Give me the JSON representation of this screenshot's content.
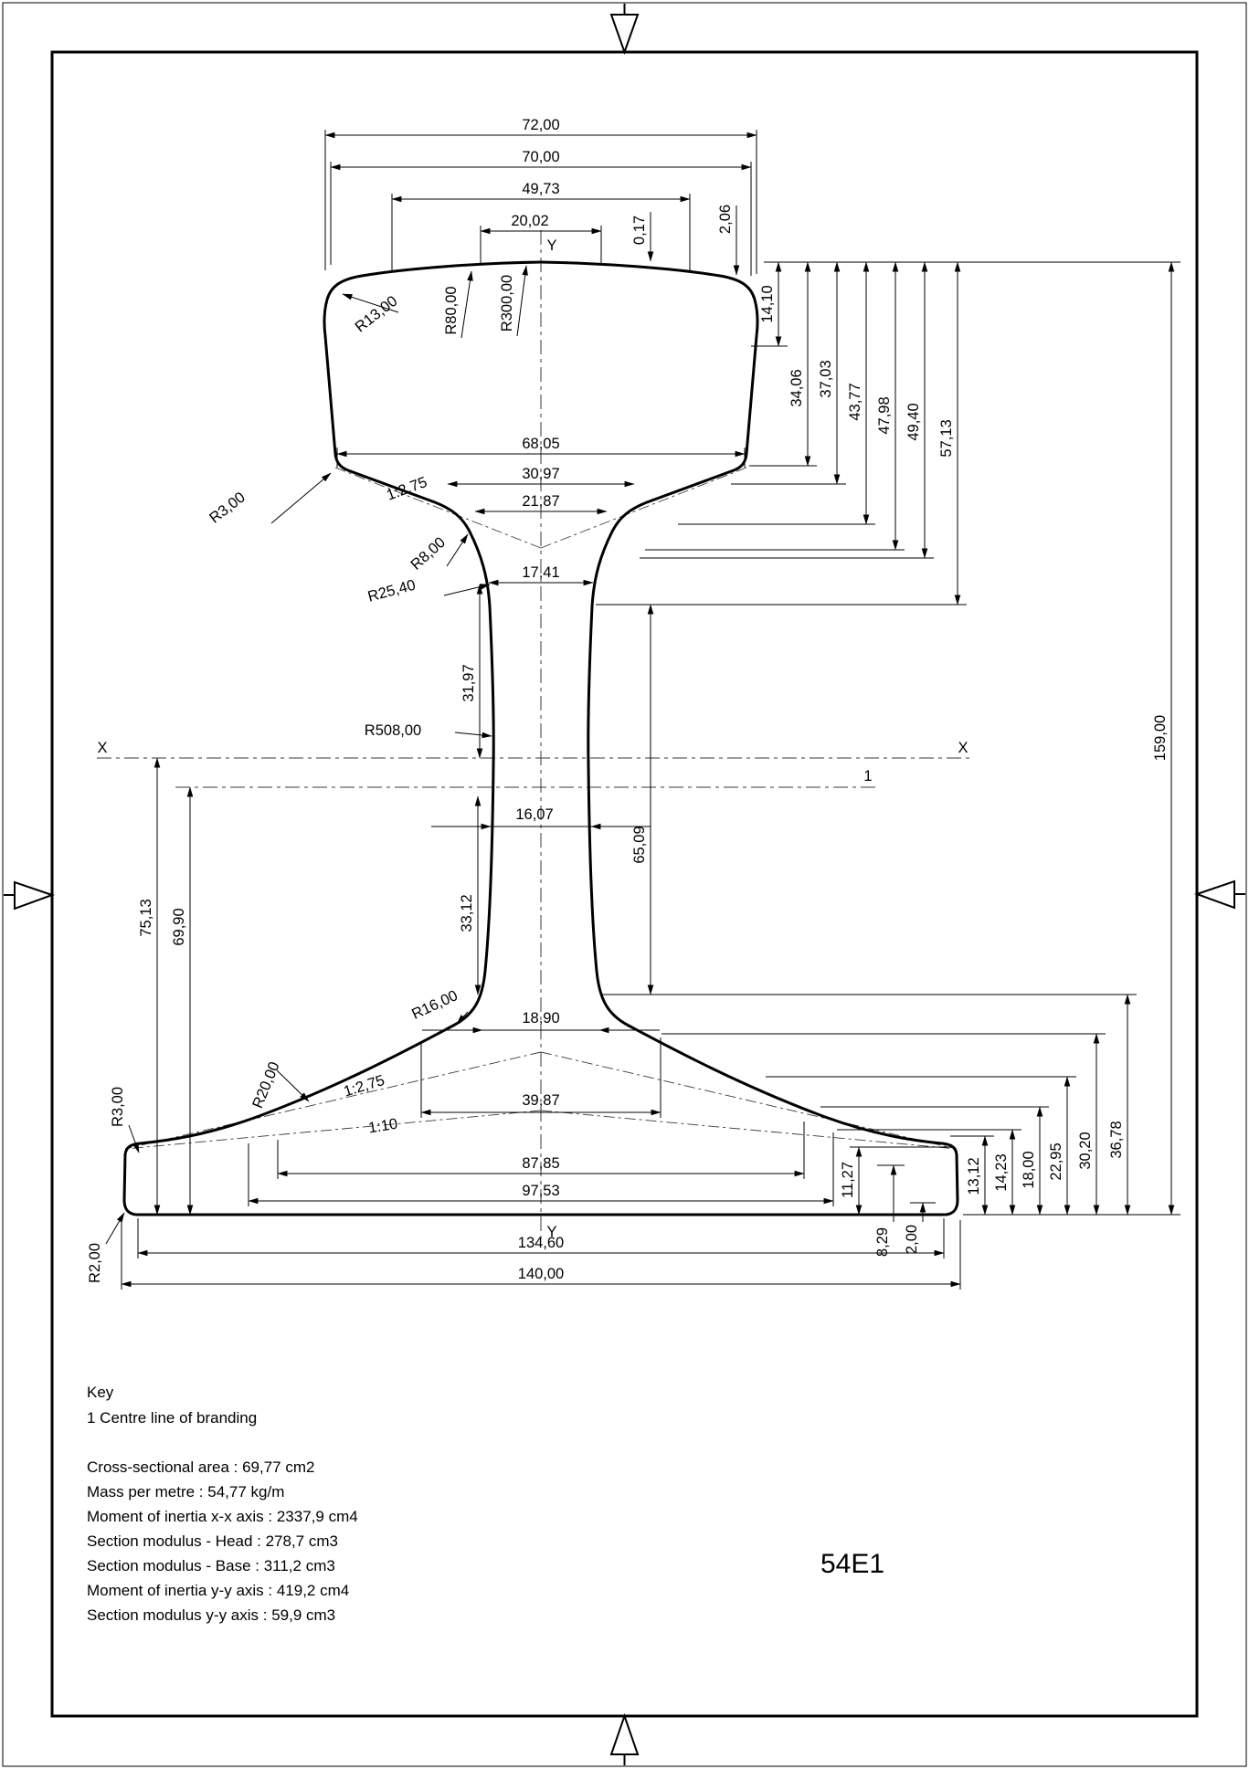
{
  "sheet": {
    "title": "54E1"
  },
  "axes": {
    "x_left": "X",
    "x_right": "X",
    "y_top": "Y",
    "y_bottom": "Y",
    "branding_ref": "1"
  },
  "dims": {
    "w72": "72,00",
    "w70": "70,00",
    "w4973": "49,73",
    "w2002": "20,02",
    "v017": "0,17",
    "v206": "2,06",
    "r13": "R13,00",
    "r80": "R80,00",
    "r300": "R300,00",
    "v1410": "14,10",
    "v3406": "34,06",
    "v3703": "37,03",
    "v4377": "43,77",
    "v4798": "47,98",
    "v4940": "49,40",
    "v5713": "57,13",
    "v159": "159,00",
    "w6805": "68,05",
    "r3": "R3,00",
    "s275": "1:2,75",
    "w3097": "30,97",
    "w2187": "21,87",
    "r8": "R8,00",
    "r2540": "R25,40",
    "w1741": "17,41",
    "v3197": "31,97",
    "r508": "R508,00",
    "w1607": "16,07",
    "v6509": "65,09",
    "v3312": "33,12",
    "v7513": "75,13",
    "v6990": "69,90",
    "r16": "R16,00",
    "w1890": "18,90",
    "r20": "R20,00",
    "s110": "1:10",
    "w3987": "39,87",
    "w8785": "87,85",
    "w9753": "97,53",
    "v1127": "11,27",
    "v1312": "13,12",
    "v1423": "14,23",
    "v1800": "18,00",
    "v2295": "22,95",
    "v3020": "30,20",
    "v3678": "36,78",
    "v829": "8,29",
    "v200": "2,00",
    "r2": "R2,00",
    "w13460": "134,60",
    "w140": "140,00"
  },
  "key": {
    "title": "Key",
    "items": [
      "1 Centre line of branding"
    ]
  },
  "properties": {
    "lines": [
      "Cross-sectional area : 69,77 cm2",
      "Mass per metre : 54,77 kg/m",
      "Moment of inertia x-x axis : 2337,9 cm4",
      "Section modulus - Head : 278,7 cm3",
      "Section modulus - Base : 311,2 cm3",
      "Moment of inertia y-y axis : 419,2 cm4",
      "Section modulus y-y axis : 59,9 cm3"
    ]
  }
}
